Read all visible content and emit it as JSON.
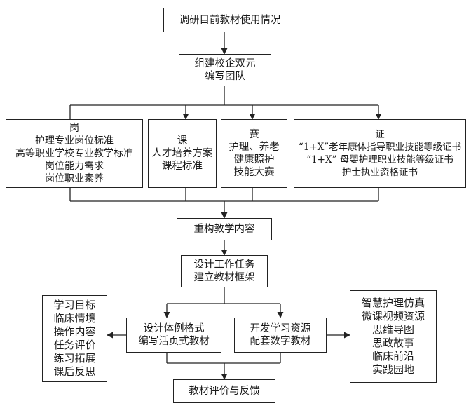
{
  "nodes": {
    "research": {
      "lines": [
        "调研目前教材使用情况"
      ]
    },
    "team": {
      "lines": [
        "组建校企双元",
        "编写团队"
      ]
    },
    "gang": {
      "lines": [
        "岗",
        "护理专业岗位标准",
        "高等职业学校专业教学标准",
        "岗位能力需求",
        "岗位职业素养"
      ]
    },
    "ke": {
      "lines": [
        "课",
        "人才培养方案",
        "课程标准"
      ]
    },
    "sai": {
      "lines": [
        "赛",
        "护理、养老",
        "健康照护",
        "技能大赛"
      ]
    },
    "zheng": {
      "lines": [
        "证",
        "“1+X”老年康体指导职业技能等级证书",
        "“1+X” 母婴护理职业技能等级证书",
        "护士执业资格证书"
      ]
    },
    "restructure": {
      "lines": [
        "重构教学内容"
      ]
    },
    "design": {
      "lines": [
        "设计工作任务",
        "建立教材框架"
      ]
    },
    "style": {
      "lines": [
        "设计体例格式",
        "编写活页式教材"
      ]
    },
    "resources": {
      "lines": [
        "开发学习资源",
        "配套数字教材"
      ]
    },
    "left_list": {
      "lines": [
        "学习目标",
        "临床情境",
        "操作内容",
        "任务评价",
        "练习拓展",
        "课后反思"
      ]
    },
    "right_list": {
      "lines": [
        "智慧护理仿真",
        "微课视频资源",
        "思维导图",
        "思政故事",
        "临床前沿",
        "实践园地"
      ]
    },
    "evaluation": {
      "lines": [
        "教材评价与反馈"
      ]
    }
  }
}
